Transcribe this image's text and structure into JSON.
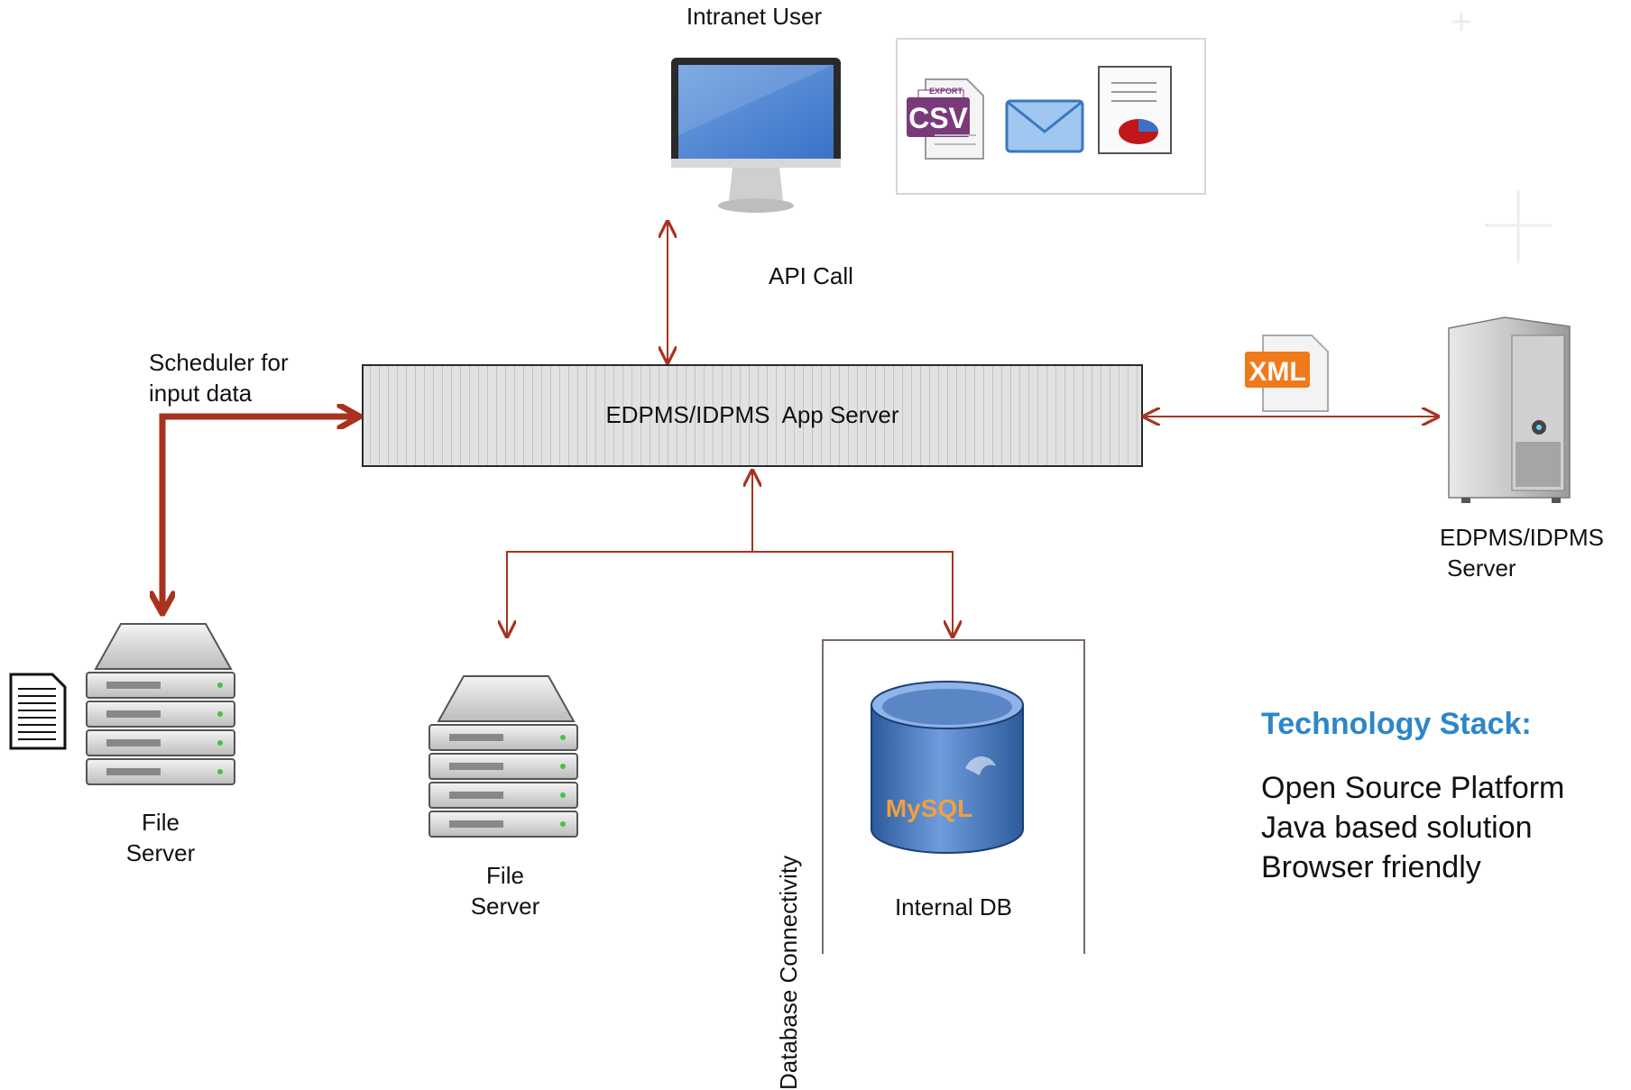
{
  "labels": {
    "intranet_user": "Intranet User",
    "api_call": "API Call",
    "scheduler_line1": "Scheduler for",
    "scheduler_line2": "input data",
    "app_server": "EDPMS/IDPMS  App Server",
    "edpms_server_line1": "EDPMS/IDPMS",
    "edpms_server_line2": "Server",
    "file_server_left_line1": "File",
    "file_server_left_line2": "Server",
    "file_server_mid_line1": "File",
    "file_server_mid_line2": "Server",
    "db_connectivity": "Database Connectivity",
    "internal_db": "Internal DB"
  },
  "icons": {
    "csv_badge": "CSV",
    "csv_export": "EXPORT",
    "xml_badge": "XML",
    "mysql_logo": "MySQL"
  },
  "tech_stack": {
    "title": "Technology Stack:",
    "items": [
      "Open Source Platform",
      "Java based solution",
      "Browser friendly"
    ]
  },
  "colors": {
    "arrow": "#a8321f",
    "title_blue": "#2e86c8",
    "db_blue": "#3a6fb0",
    "csv_purple": "#7a3a7a",
    "xml_orange": "#f07a1a"
  }
}
